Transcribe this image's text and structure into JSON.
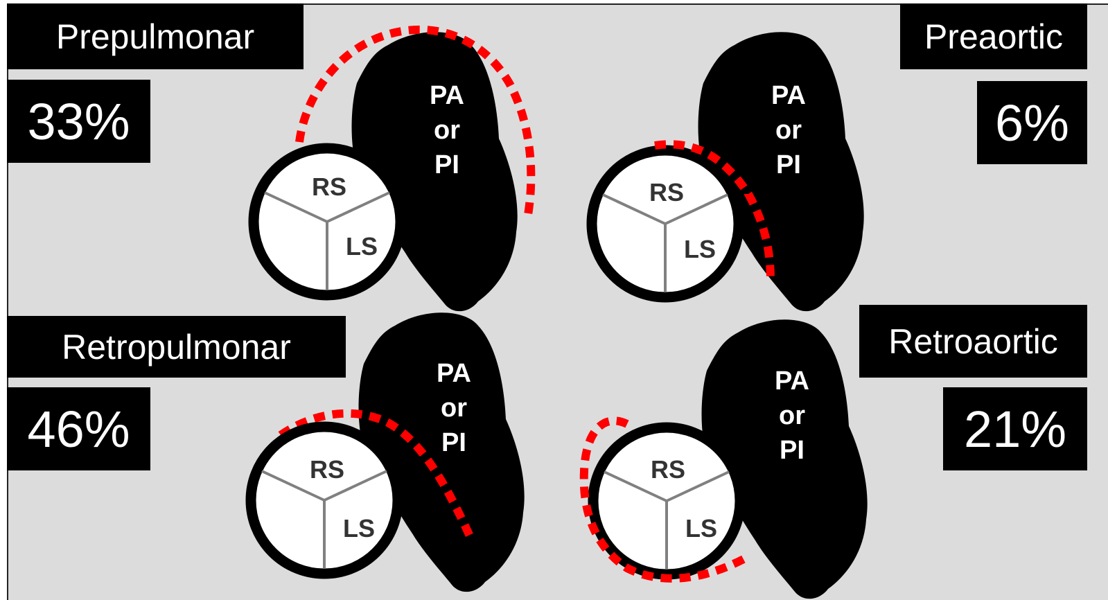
{
  "panels": [
    {
      "id": "prepulmonar",
      "title": "Prepulmonar",
      "percent": "33%"
    },
    {
      "id": "preaortic",
      "title": "Preaortic",
      "percent": "6%"
    },
    {
      "id": "retropulmonar",
      "title": "Retropulmonar",
      "percent": "46%"
    },
    {
      "id": "retroaortic",
      "title": "Retroaortic",
      "percent": "21%"
    }
  ],
  "valve_labels": {
    "right_sinus": "RS",
    "left_sinus": "LS"
  },
  "vessel_label": {
    "line1": "PA",
    "line2": "or",
    "line3": "PI"
  },
  "colors": {
    "background": "#dcdcdc",
    "box": "#000000",
    "box_text": "#ffffff",
    "course_line": "#ff0000",
    "leaflet_line": "#808080",
    "valve_label": "#333333"
  }
}
